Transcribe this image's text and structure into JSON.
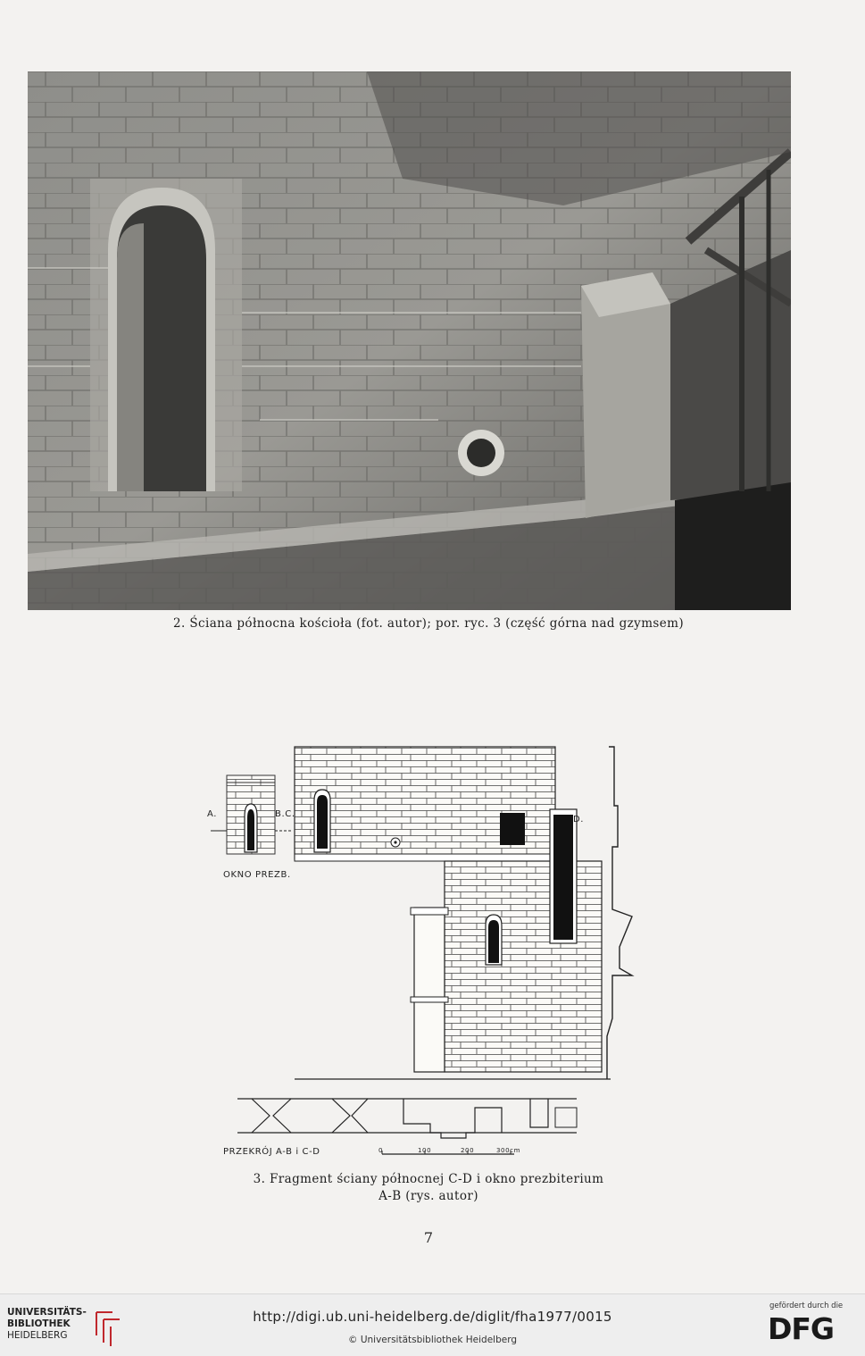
{
  "figure2": {
    "caption": "2. Ściana północna kościoła (fot. autor); por. ryc. 3 (część górna nad gzymsem)"
  },
  "figure3": {
    "labels": {
      "a": "A.",
      "bc": "B.C.",
      "d": "D.",
      "window": "OKNO PREZB.",
      "section": "PRZEKRÓJ A-B i C-D"
    },
    "scale": [
      "0",
      "100",
      "200",
      "300cm"
    ],
    "caption_line1": "3. Fragment ściany północnej C-D i okno prezbiterium",
    "caption_line2": "A-B (rys. autor)"
  },
  "page_number": "7",
  "footer": {
    "library_line1": "UNIVERSITÄTS-",
    "library_line2": "BIBLIOTHEK",
    "library_line3": "HEIDELBERG",
    "url": "http://digi.ub.uni-heidelberg.de/diglit/fha1977/0015",
    "copyright": "© Universitätsbibliothek Heidelberg",
    "sponsor_note": "gefördert durch die",
    "sponsor_logo": "DFG"
  }
}
